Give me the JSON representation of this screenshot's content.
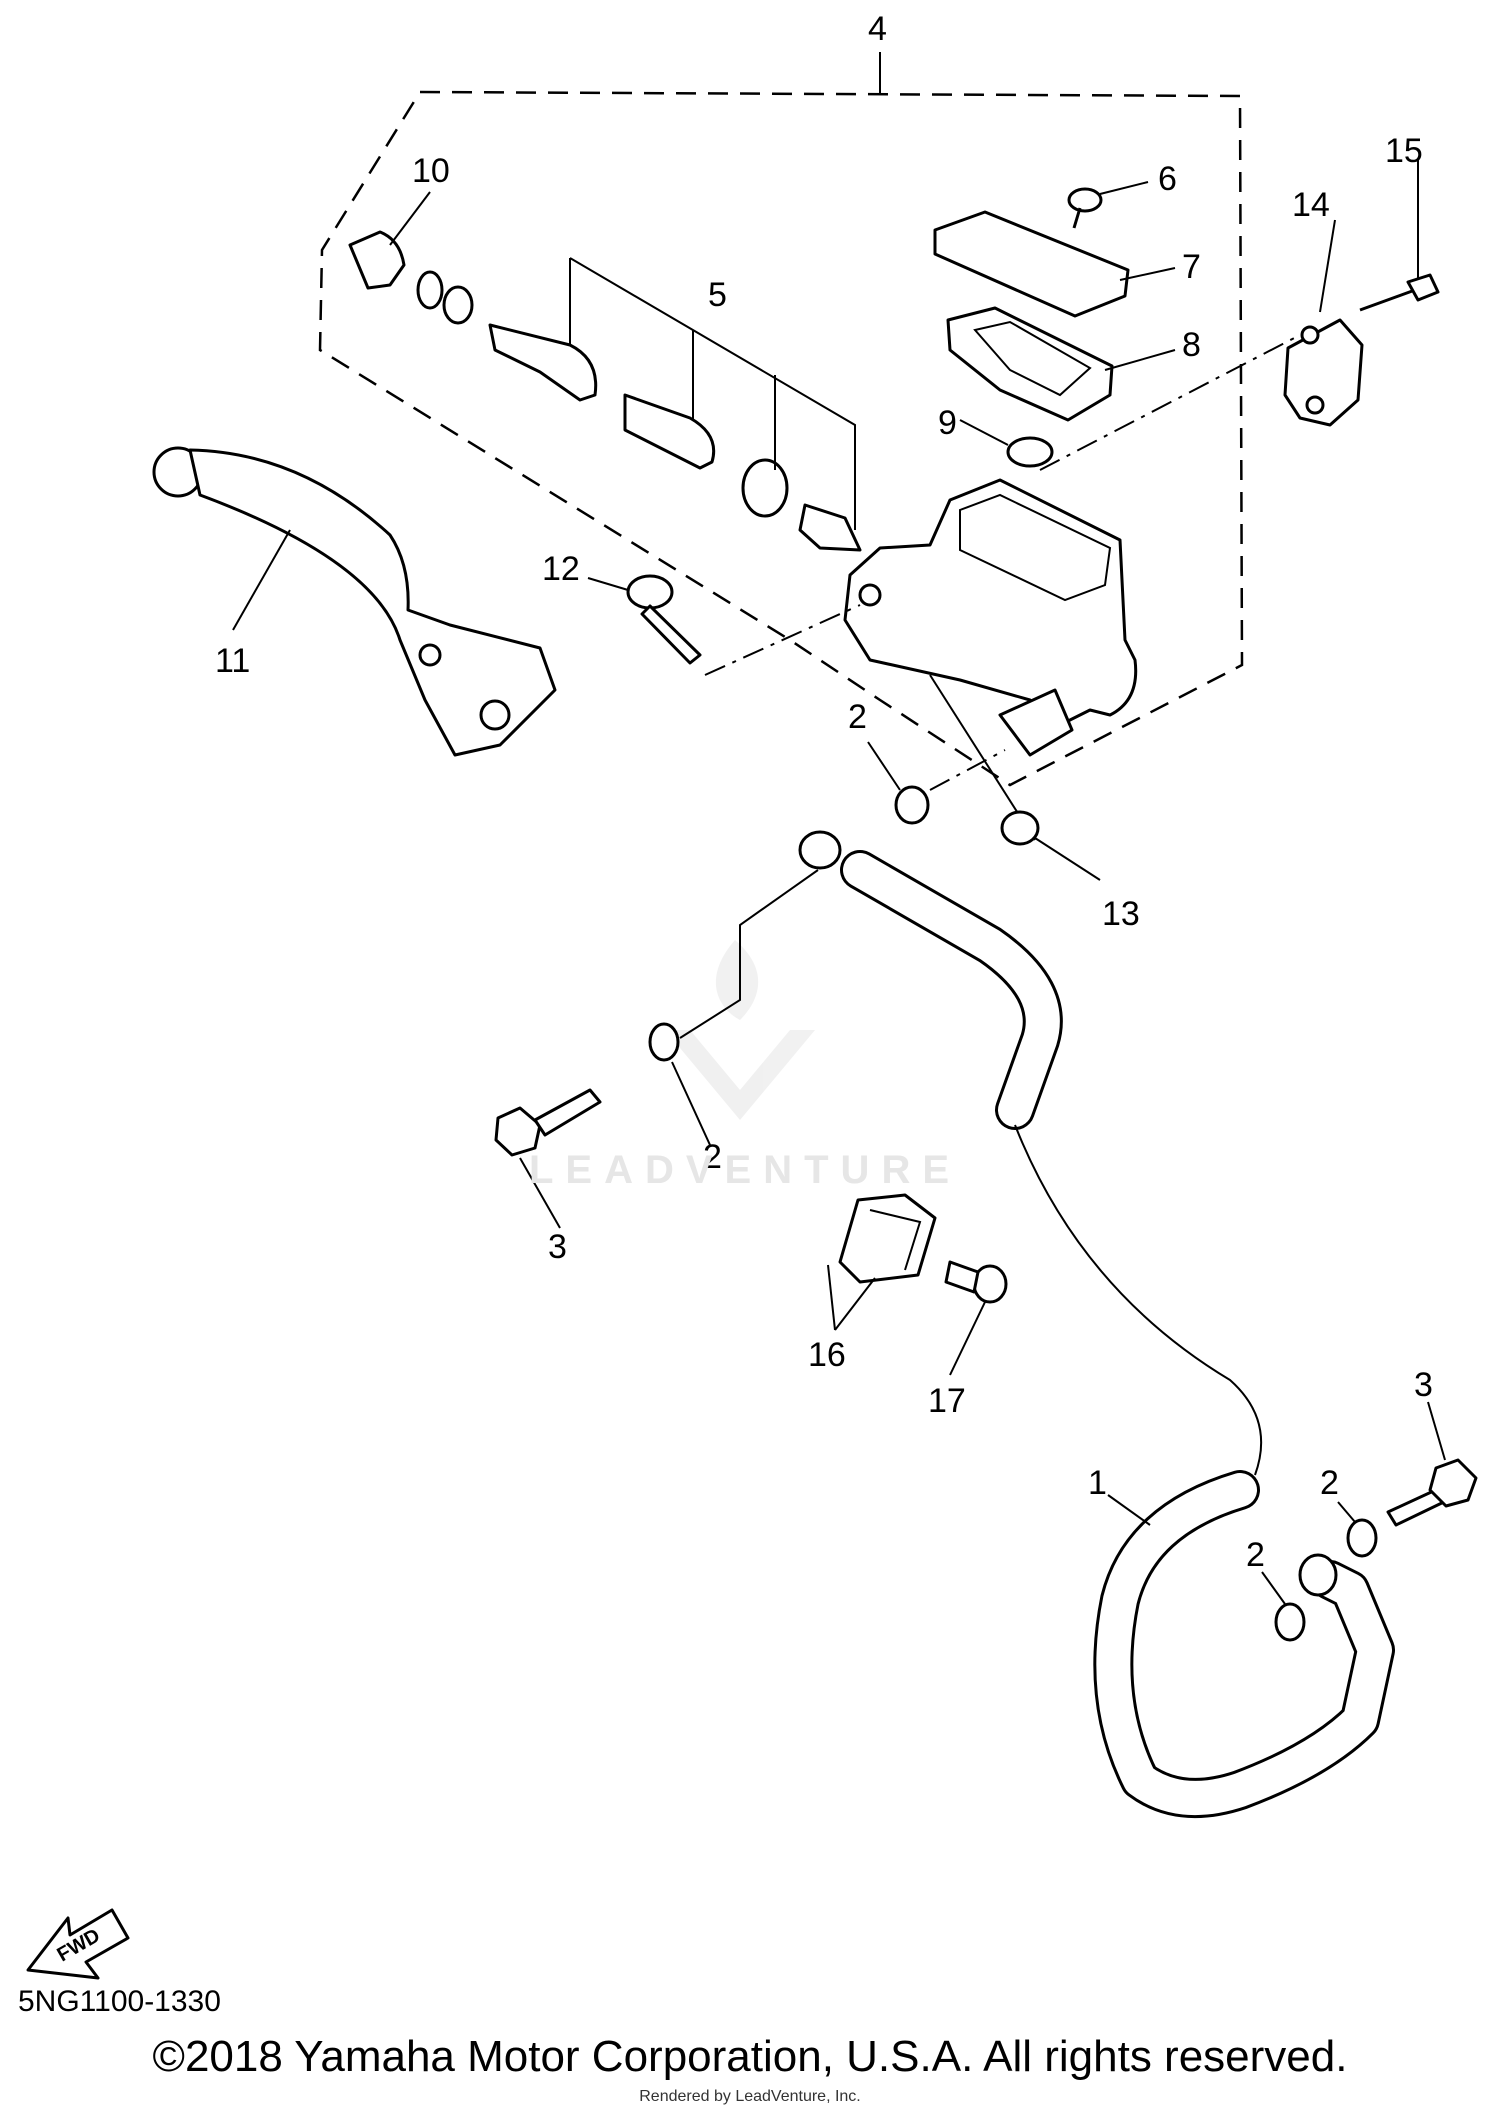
{
  "diagram": {
    "callouts": {
      "c1": "1",
      "c2a": "2",
      "c2b": "2",
      "c2c": "2",
      "c2d": "2",
      "c3a": "3",
      "c3b": "3",
      "c4": "4",
      "c5": "5",
      "c6": "6",
      "c7": "7",
      "c8": "8",
      "c9": "9",
      "c10": "10",
      "c11": "11",
      "c12": "12",
      "c13": "13",
      "c14": "14",
      "c15": "15",
      "c16": "16",
      "c17": "17"
    },
    "fwd_label": "FWD",
    "watermark": "LEADVENTURE"
  },
  "footer": {
    "catalog_code": "5NG1100-1330",
    "copyright": "©2018 Yamaha Motor Corporation, U.S.A. All rights reserved.",
    "rendered_by": "Rendered by LeadVenture, Inc."
  }
}
